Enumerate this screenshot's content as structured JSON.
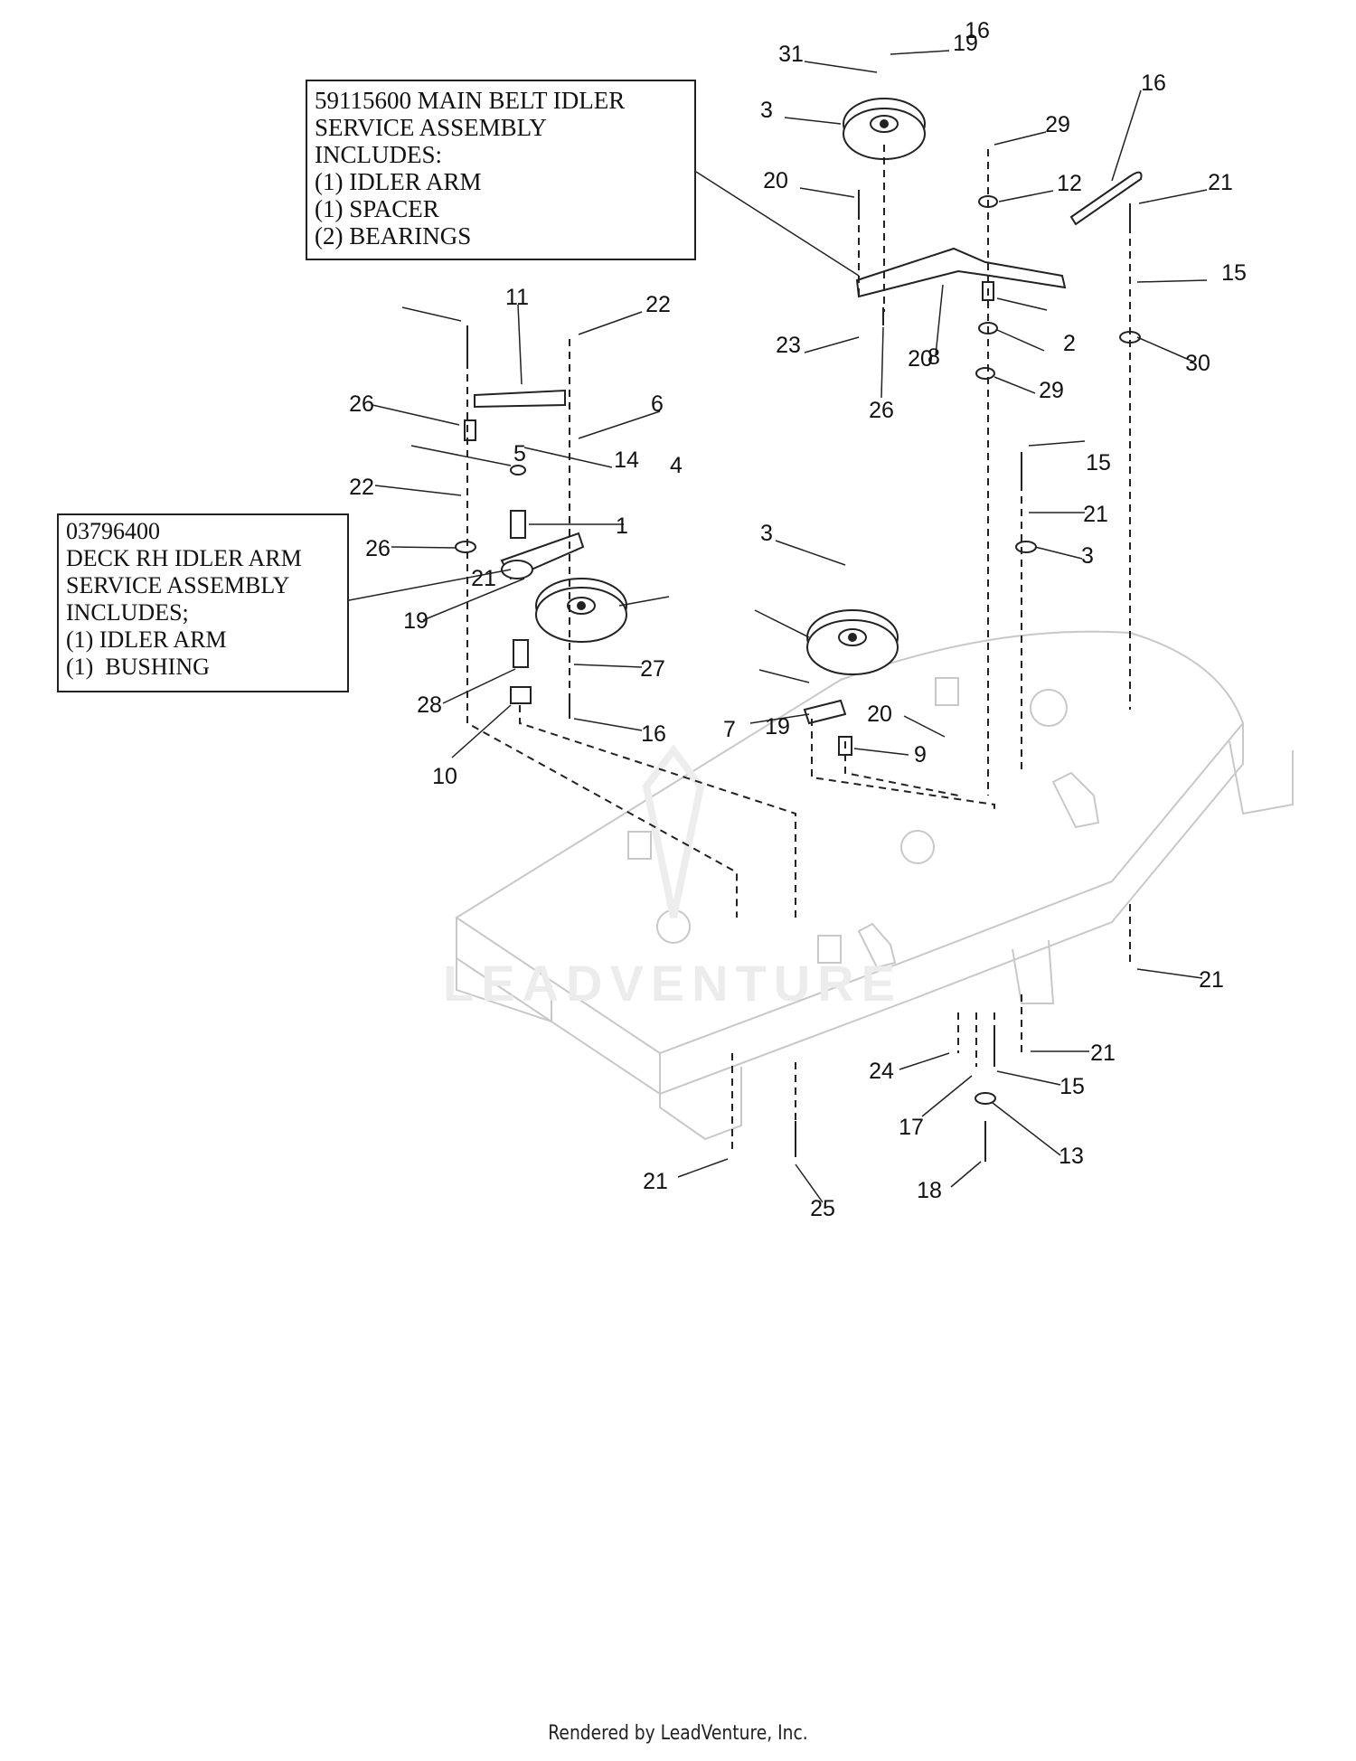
{
  "service_boxes": {
    "main_belt_idler": {
      "lines": [
        "59115600 MAIN BELT IDLER",
        "SERVICE ASSEMBLY",
        "INCLUDES:",
        "(1) IDLER ARM",
        "(1) SPACER",
        "(2) BEARINGS"
      ]
    },
    "deck_rh_idler": {
      "lines": [
        "03796400",
        "DECK RH IDLER ARM",
        "SERVICE ASSEMBLY",
        "INCLUDES;",
        "(1) IDLER ARM",
        "(1)  BUSHING"
      ]
    }
  },
  "callouts": [
    "31",
    "19",
    "3",
    "16",
    "20",
    "29",
    "12",
    "16",
    "21",
    "15",
    "11",
    "22",
    "23",
    "8",
    "2",
    "30",
    "29",
    "26",
    "6",
    "5",
    "22",
    "14",
    "20",
    "21",
    "4",
    "26",
    "1",
    "3",
    "15",
    "21",
    "26",
    "19",
    "3",
    "19",
    "28",
    "27",
    "16",
    "10",
    "7",
    "20",
    "9",
    "21",
    "21",
    "24",
    "15",
    "17",
    "13",
    "21",
    "25",
    "18"
  ],
  "watermark": "LEADVENTURE",
  "footer": "Rendered by LeadVenture, Inc."
}
